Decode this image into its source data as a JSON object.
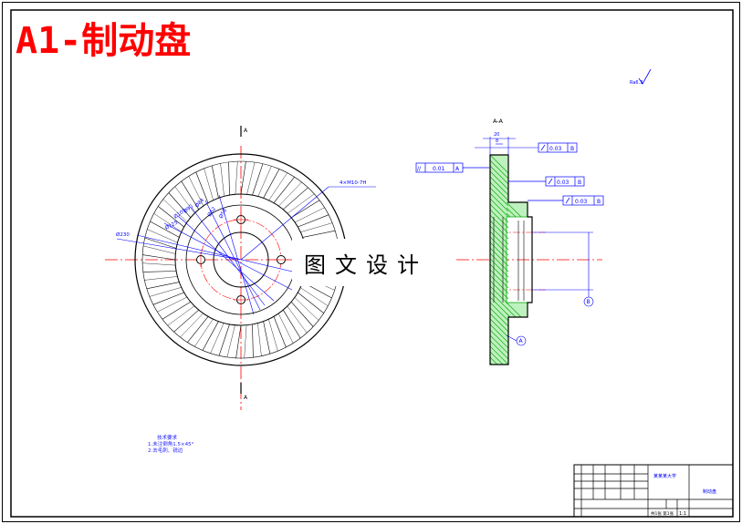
{
  "title": "A1-制动盘",
  "watermark": "图文设计",
  "section_label": "A-A",
  "cut_label_top": "A",
  "cut_label_bottom": "A",
  "thread_callout": "4×M10-7H",
  "roughness_mark": "Ra6.3",
  "dim_overall": "20",
  "dim_hub": "8",
  "tolerances": {
    "parallel_left": {
      "symbol": "//",
      "value": "0.01",
      "datum": "A"
    },
    "runout_top": {
      "value": "0.03",
      "datum": "B"
    },
    "runout_mid": {
      "value": "0.03",
      "datum": "B"
    },
    "runout_low": {
      "value": "0.03",
      "datum": "B"
    }
  },
  "datum_a": "A",
  "datum_b": "B",
  "diameters": [
    "Ø230",
    "Ø125",
    "Ø105",
    "Ø90",
    "Ø84",
    "Ø62",
    "Ø58"
  ],
  "notes": {
    "heading": "技术要求",
    "line1": "1.未注倒角1.5×45°",
    "line2": "2.去毛刺、锐边"
  },
  "title_block": {
    "school": "某某某大学",
    "part_name": "制动盘",
    "scale": "1:1",
    "sheet": "共1张 第1张"
  },
  "colors": {
    "frame": "#000000",
    "title": "#ff0000",
    "centerline": "#ff0000",
    "dimension": "#0000ff",
    "hatch": "#00aa00",
    "outline": "#000000"
  }
}
